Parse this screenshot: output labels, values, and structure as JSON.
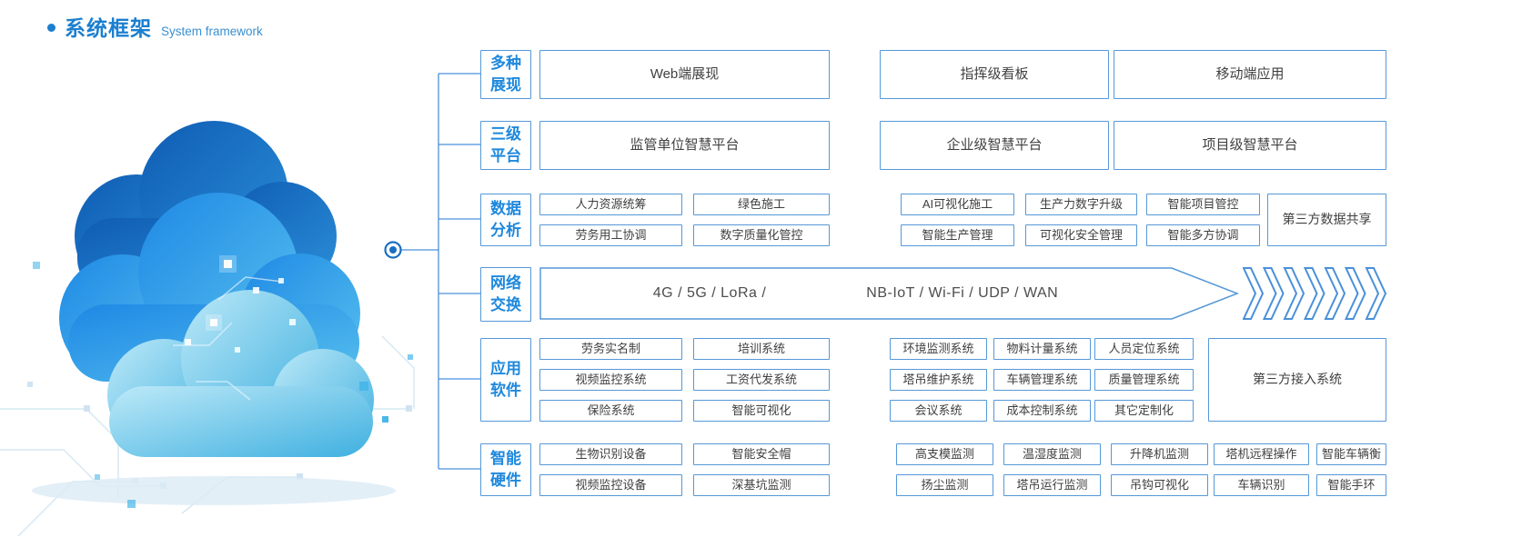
{
  "title": {
    "zh": "系统框架",
    "en": "System framework"
  },
  "colors": {
    "accent": "#1b7fd0",
    "label_blue": "#1e88dd",
    "box_border": "#5598d8",
    "box_text": "#3f3f3f",
    "chevron": "#4a90d9",
    "cloud_dark": "#1160b8",
    "cloud_mid": "#2196f3",
    "cloud_light": "#bde9f8"
  },
  "icons": {
    "title_bullet": "filled-circle",
    "connector_node": "ring-dot",
    "flow_arrows": "chevron-right"
  },
  "sections": {
    "display": {
      "label": "多种\n展现",
      "boxes": [
        "Web端展现",
        "指挥级看板",
        "移动端应用"
      ]
    },
    "platforms": {
      "label": "三级\n平台",
      "boxes": [
        "监管单位智慧平台",
        "企业级智慧平台",
        "项目级智慧平台"
      ]
    },
    "analysis": {
      "label": "数据\n分析",
      "row1": [
        "人力资源统筹",
        "绿色施工",
        "AI可视化施工",
        "生产力数字升级",
        "智能项目管控"
      ],
      "row2": [
        "劳务用工协调",
        "数字质量化管控",
        "智能生产管理",
        "可视化安全管理",
        "智能多方协调"
      ],
      "big": "第三方数据共享"
    },
    "network": {
      "label": "网络\n交换",
      "text_left": "4G / 5G / LoRa /",
      "text_right": "NB-IoT / Wi-Fi / UDP / WAN"
    },
    "software": {
      "label": "应用\n软件",
      "row1": [
        "劳务实名制",
        "培训系统",
        "环境监测系统",
        "物料计量系统",
        "人员定位系统"
      ],
      "row2": [
        "视频监控系统",
        "工资代发系统",
        "塔吊维护系统",
        "车辆管理系统",
        "质量管理系统"
      ],
      "row3": [
        "保险系统",
        "智能可视化",
        "会议系统",
        "成本控制系统",
        "其它定制化"
      ],
      "big": "第三方接入系统"
    },
    "hardware": {
      "label": "智能\n硬件",
      "row1": [
        "生物识别设备",
        "智能安全帽",
        "高支模监测",
        "温湿度监测",
        "升降机监测",
        "塔机远程操作",
        "智能车辆衡"
      ],
      "row2": [
        "视频监控设备",
        "深基坑监测",
        "扬尘监测",
        "塔吊运行监测",
        "吊钩可视化",
        "车辆识别",
        "智能手环"
      ]
    }
  }
}
